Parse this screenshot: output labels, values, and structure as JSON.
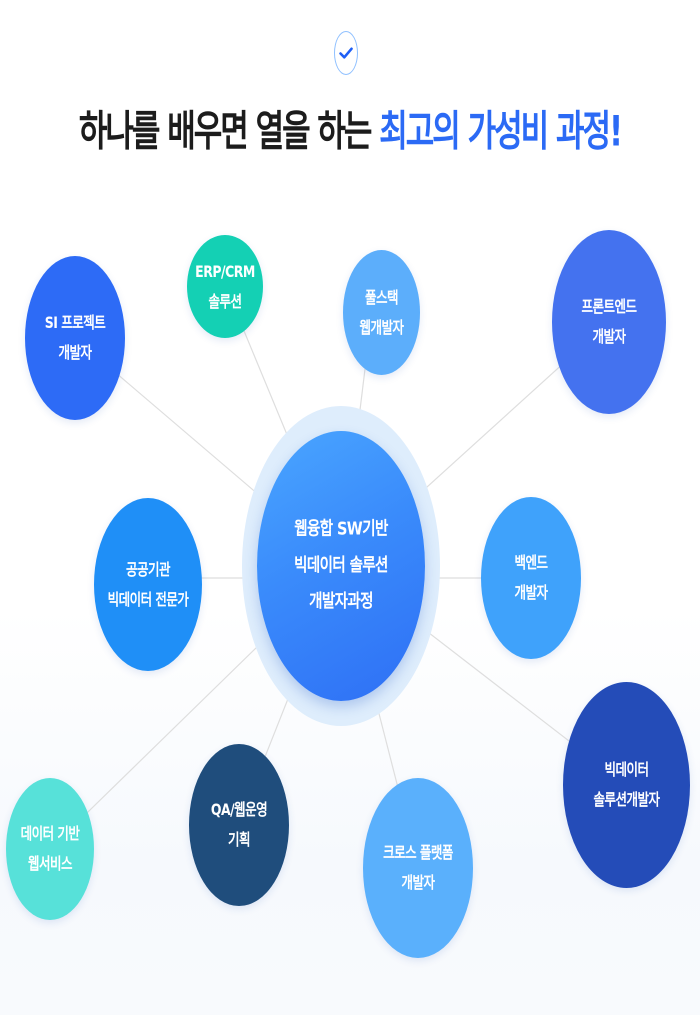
{
  "header": {
    "check_icon": "check-icon",
    "headline_dark": "하나를 배우면 열을 하는 ",
    "headline_accent": "최고의 가성비 과정!"
  },
  "colors": {
    "accent": "#2b6af5",
    "headline": "#1c1c1c",
    "connector": "#dcdcdc",
    "center_ring": "#deedfc"
  },
  "center": {
    "label": "웹융합 SW기반\n빅데이터 솔루션\n개발자과정"
  },
  "nodes": [
    {
      "id": "si-project",
      "label": "SI 프로젝트\n개발자",
      "color": "#2d6bf6"
    },
    {
      "id": "erp-crm",
      "label": "ERP/CRM\n솔루션",
      "color": "#14d0b4"
    },
    {
      "id": "fullstack",
      "label": "풀스택\n웹개발자",
      "color": "#5caefb"
    },
    {
      "id": "frontend",
      "label": "프론트엔드\n개발자",
      "color": "#4472ef"
    },
    {
      "id": "public-bigdata",
      "label": "공공기관\n빅데이터 전문가",
      "color": "#1f8ff7"
    },
    {
      "id": "backend",
      "label": "백엔드\n개발자",
      "color": "#3fa2fb"
    },
    {
      "id": "data-webservice",
      "label": "데이터 기반\n웹서비스",
      "color": "#57e1d9"
    },
    {
      "id": "qa-web",
      "label": "QA/웹운영\n기획",
      "color": "#1f4d7c"
    },
    {
      "id": "cross-platform",
      "label": "크로스 플랫폼\n개발자",
      "color": "#5ab0fc"
    },
    {
      "id": "bigdata-solution",
      "label": "빅데이터\n솔루션개발자",
      "color": "#244cb8"
    }
  ]
}
